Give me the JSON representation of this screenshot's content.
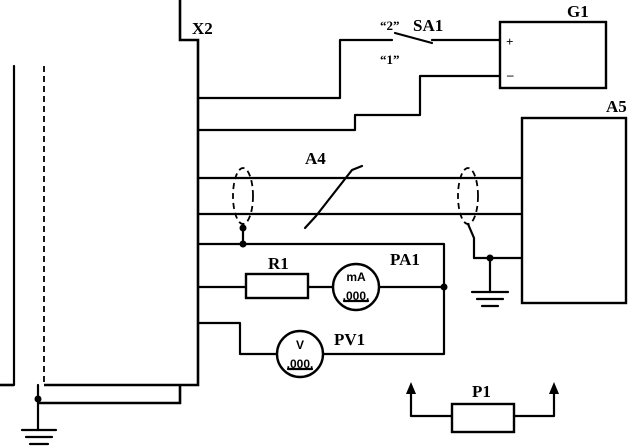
{
  "labels": {
    "connector": "X2",
    "switch": "SA1",
    "switch_pos_2": "“2”",
    "switch_pos_1": "“1”",
    "source": "G1",
    "source_plus": "+",
    "source_minus": "–",
    "unit": "A5",
    "cable": "A4",
    "resistor": "R1",
    "ammeter": "PA1",
    "ammeter_unit": "mA",
    "ammeter_reading": ".000.",
    "voltmeter": "PV1",
    "voltmeter_unit": "V",
    "voltmeter_reading": ".000.",
    "sensor": "P1"
  }
}
